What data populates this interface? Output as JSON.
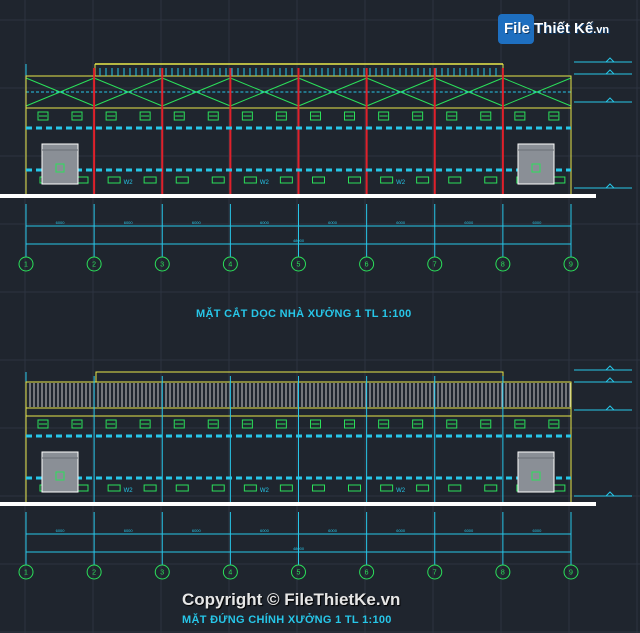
{
  "watermark": {
    "brand": "File Thiết Kế",
    "domain": ".vn"
  },
  "drawings": [
    {
      "title": "MẶT CẮT DỌC NHÀ XƯỞNG 1   TL 1:100",
      "axes": [
        "1",
        "2",
        "3",
        "4",
        "5",
        "6",
        "7",
        "8",
        "9"
      ],
      "window_label": "W2",
      "span_dims": [
        "6000",
        "6000",
        "6000",
        "6000",
        "6000",
        "6000",
        "6000",
        "6000"
      ],
      "total_dim": "48000"
    },
    {
      "title": "MẶT ĐỨNG CHÍNH XƯỞNG 1     TL 1:100",
      "axes": [
        "1",
        "2",
        "3",
        "4",
        "5",
        "6",
        "7",
        "8",
        "9"
      ],
      "window_label": "W2",
      "span_dims": [
        "6000",
        "6000",
        "6000",
        "6000",
        "6000",
        "6000",
        "6000",
        "6000"
      ],
      "total_dim": "48000"
    }
  ],
  "copyright": "Copyright © FileThietKe.vn",
  "colors": {
    "background": "#1f252e",
    "grid_line": "#2c3440",
    "cyan": "#27c6e8",
    "green": "#2be05a",
    "yellow": "#e8e84a",
    "red": "#e0202a",
    "white": "#ffffff",
    "gray_door": "#8a8f96"
  }
}
